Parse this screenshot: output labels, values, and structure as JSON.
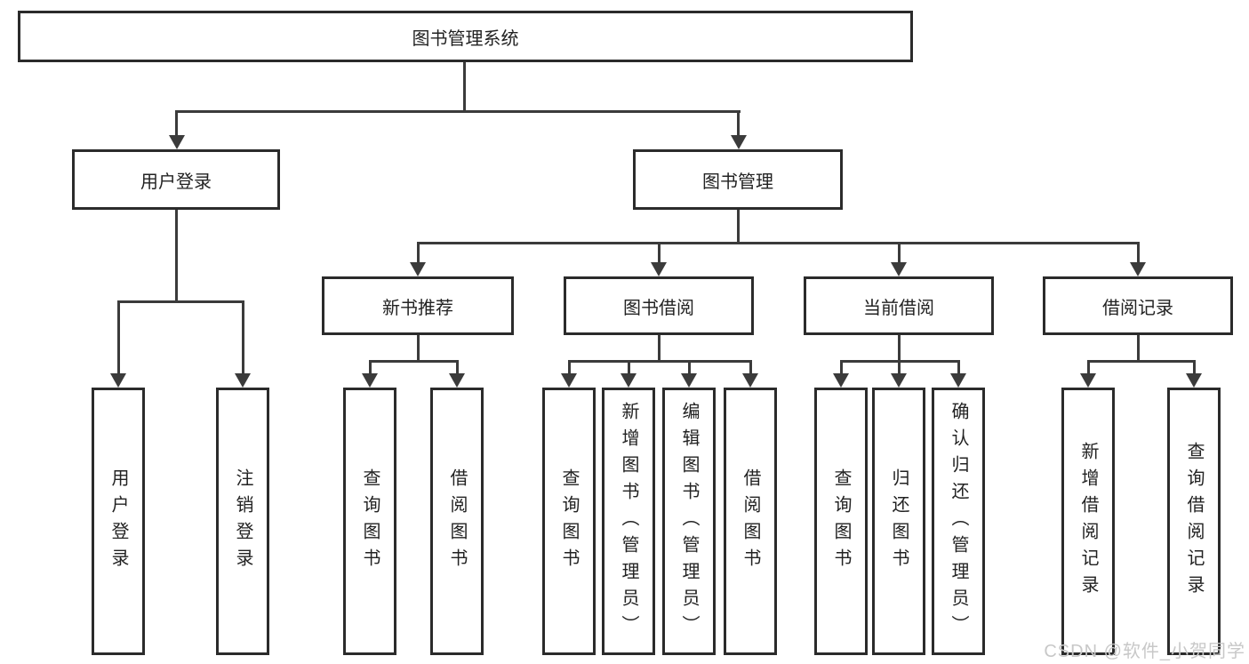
{
  "diagram_type": "hierarchy-tree",
  "colors": {
    "background": "#ffffff",
    "box_border": "#2b2b2b",
    "connector_line": "#3b3b3b",
    "text": "#222222",
    "watermark_text": "#c8c8c8"
  },
  "tree": {
    "label": "图书管理系统",
    "children": [
      {
        "label": "用户登录",
        "children": [
          {
            "label": "用户登录"
          },
          {
            "label": "注销登录"
          }
        ]
      },
      {
        "label": "图书管理",
        "children": [
          {
            "label": "新书推荐",
            "children": [
              {
                "label": "查询图书"
              },
              {
                "label": "借阅图书"
              }
            ]
          },
          {
            "label": "图书借阅",
            "children": [
              {
                "label": "查询图书"
              },
              {
                "label": "新增图书（管理员）"
              },
              {
                "label": "编辑图书（管理员）"
              },
              {
                "label": "借阅图书"
              }
            ]
          },
          {
            "label": "当前借阅",
            "children": [
              {
                "label": "查询图书"
              },
              {
                "label": "归还图书"
              },
              {
                "label": "确认归还（管理员）"
              }
            ]
          },
          {
            "label": "借阅记录",
            "children": [
              {
                "label": "新增借阅记录"
              },
              {
                "label": "查询借阅记录"
              }
            ]
          }
        ]
      }
    ]
  },
  "watermark": {
    "text": "CSDN @软件_小贺同学"
  }
}
